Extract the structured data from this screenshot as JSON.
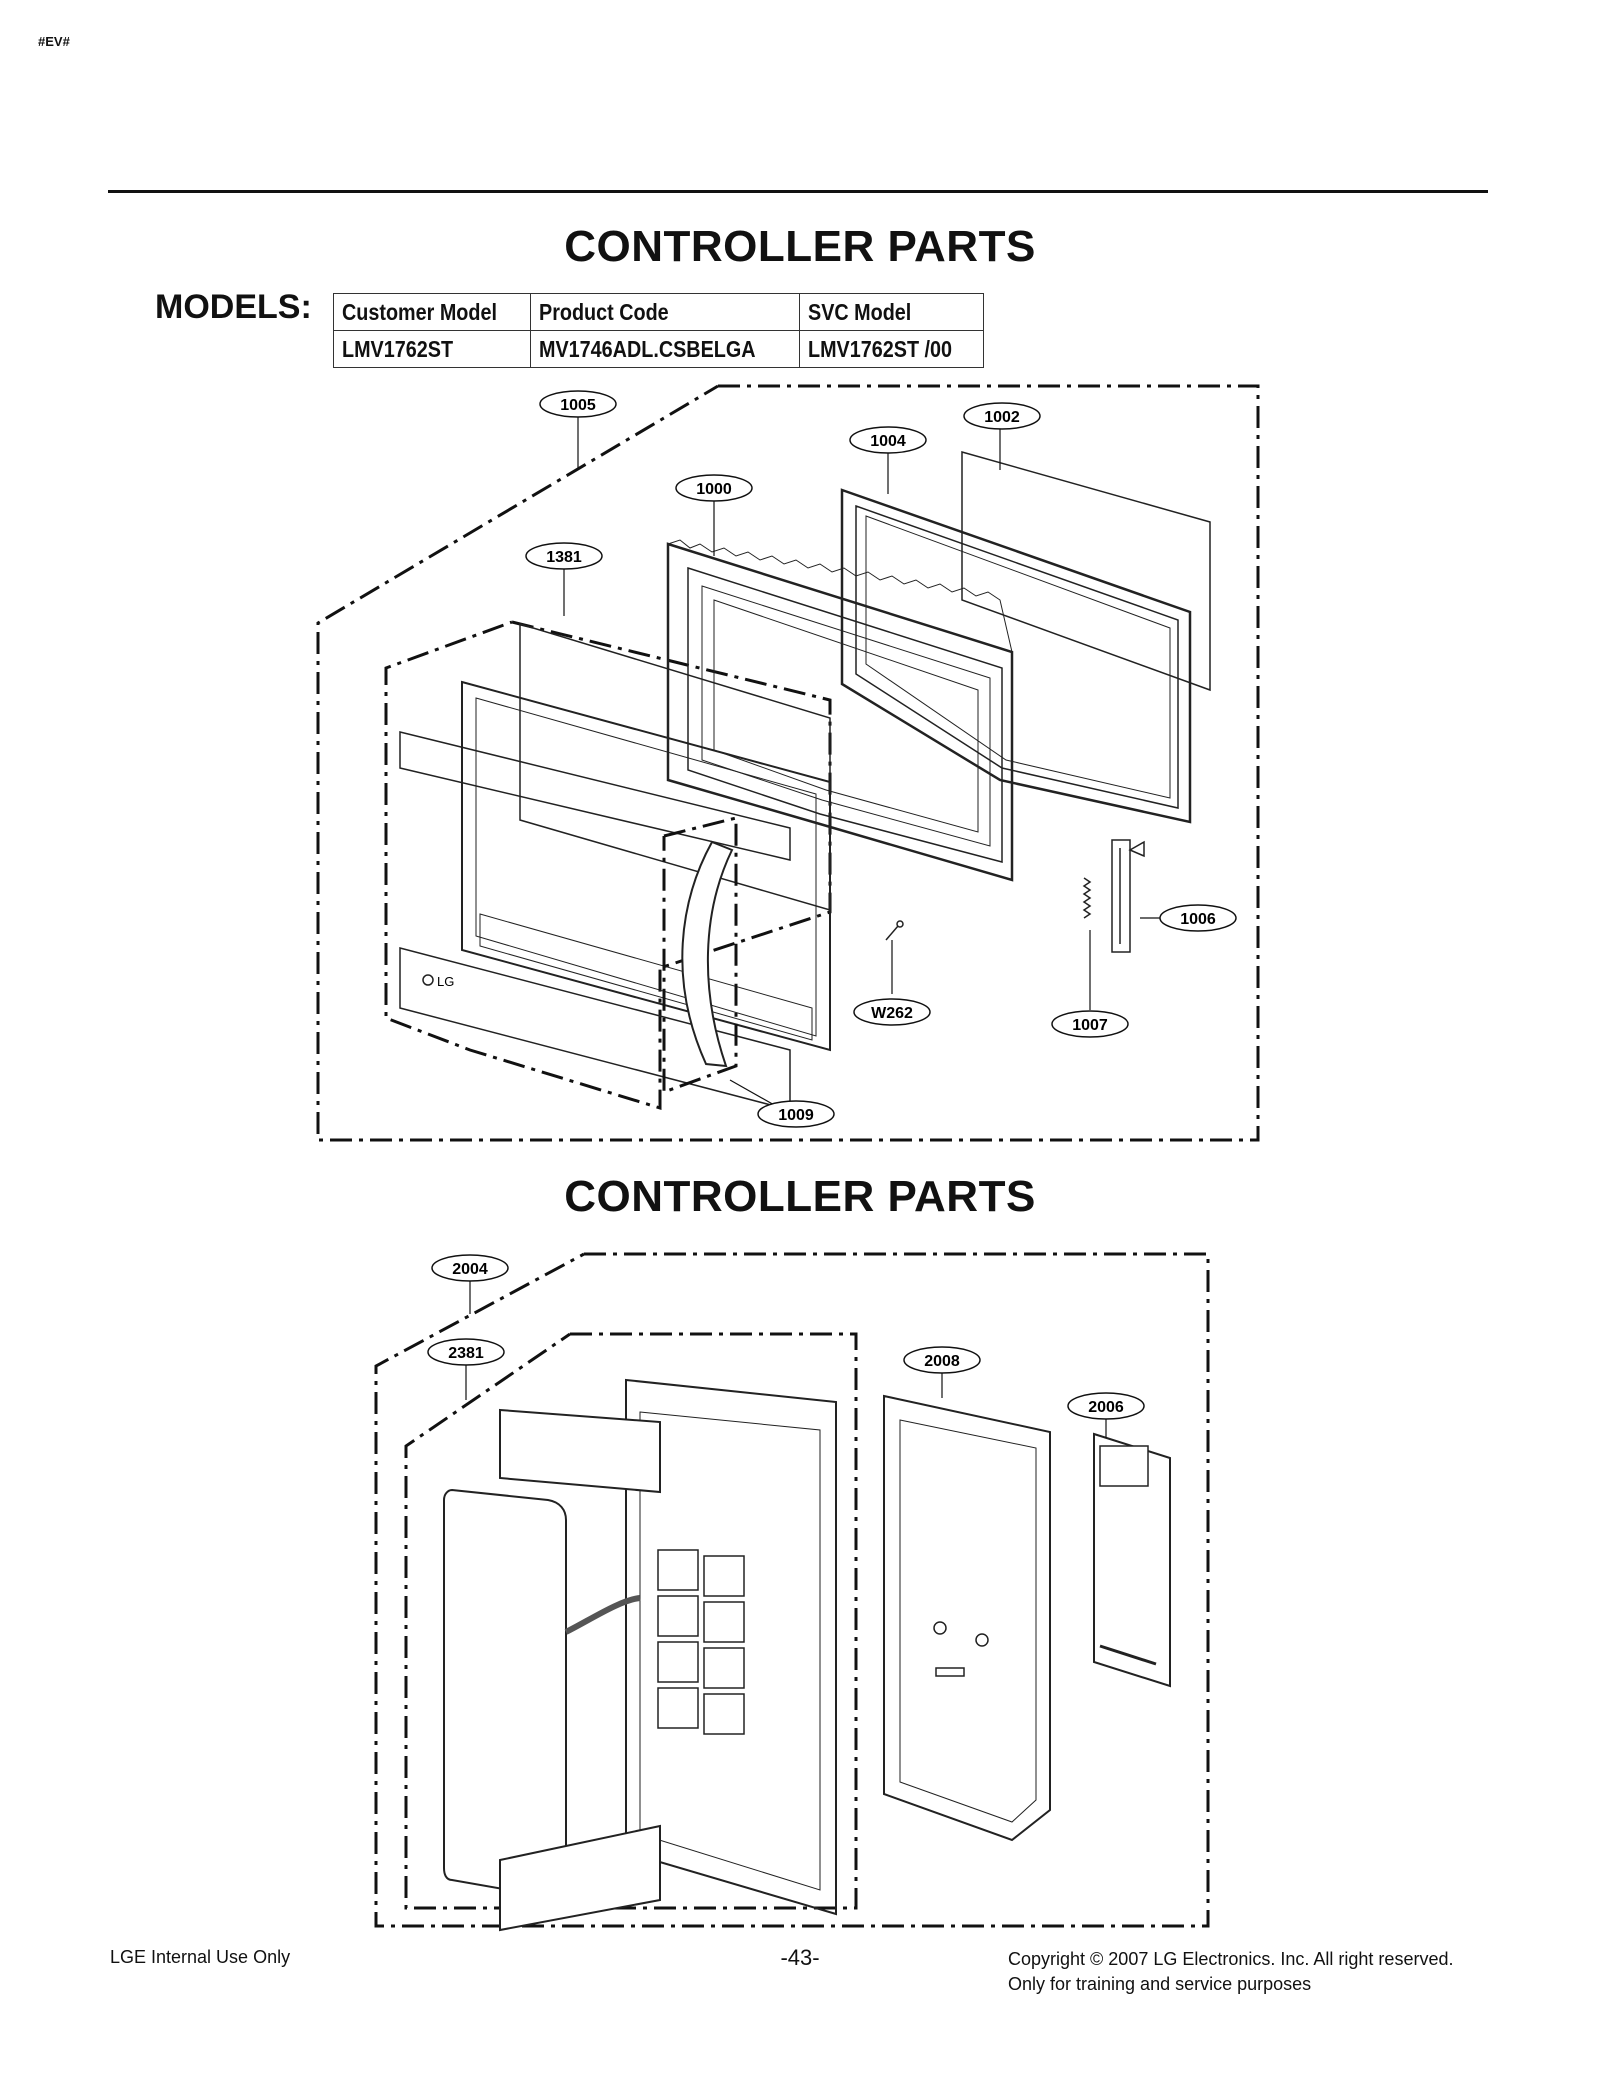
{
  "header_tag": "#EV#",
  "section1_title": "CONTROLLER PARTS",
  "section2_title": "CONTROLLER PARTS",
  "models": {
    "label": "MODELS:",
    "headers": [
      "Customer Model",
      "Product Code",
      "SVC Model"
    ],
    "row": [
      "LMV1762ST",
      "MV1746ADL.CSBELGA",
      "LMV1762ST /00"
    ]
  },
  "diagram1_callouts": [
    "1005",
    "1002",
    "1004",
    "1000",
    "1381",
    "1006",
    "W262",
    "1007",
    "1009"
  ],
  "diagram2_callouts": [
    "2004",
    "2381",
    "2008",
    "2006"
  ],
  "logo_text": "LG",
  "footer": {
    "left": "LGE Internal Use Only",
    "page": "-43-",
    "copyright": "Copyright © 2007 LG Electronics. Inc. All right reserved.",
    "purpose": "Only for training and service purposes"
  }
}
